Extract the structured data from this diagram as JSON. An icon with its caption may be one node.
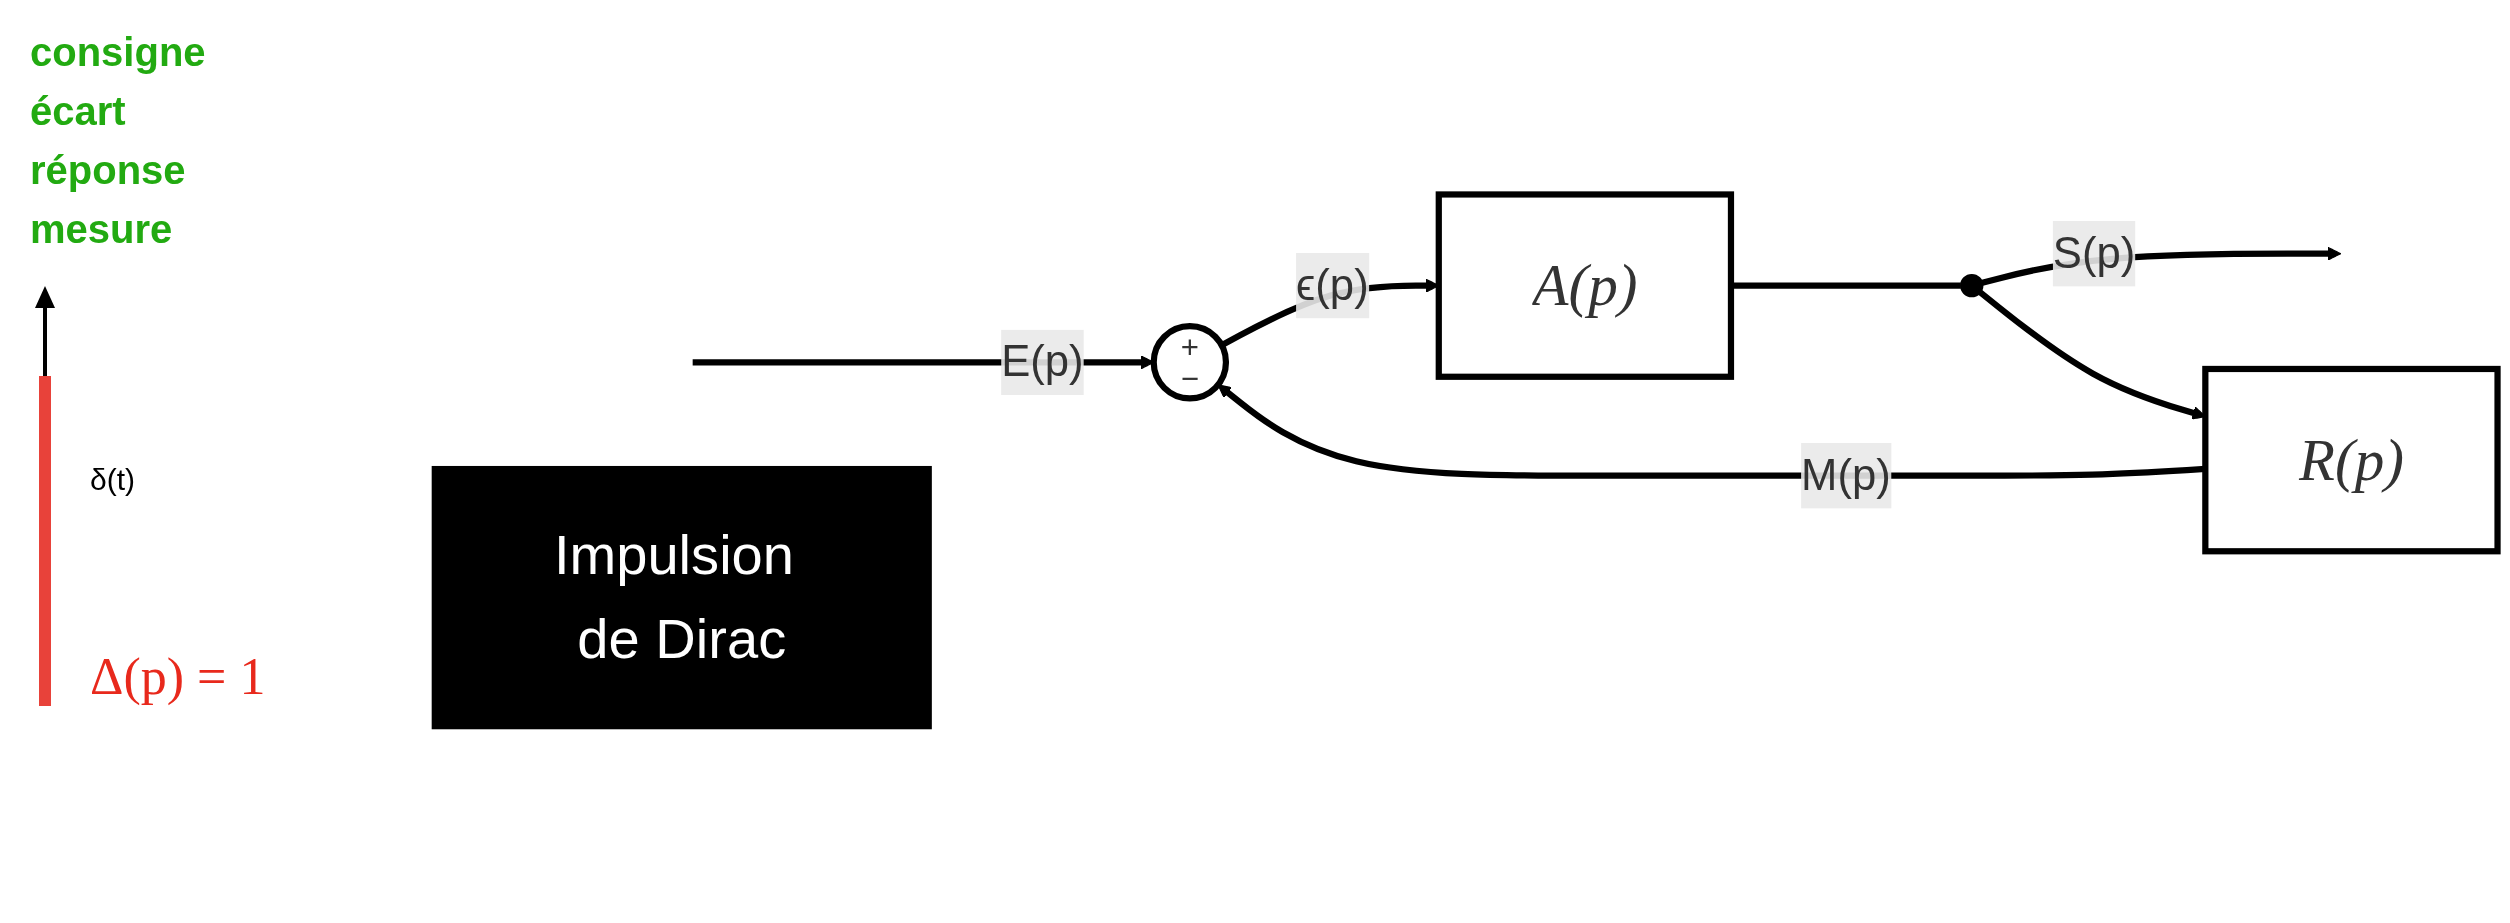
{
  "diagram": {
    "nodes": [
      {
        "text": [
          "+",
          "−"
        ]
      },
      {
        "text": [
          "A(p)"
        ]
      },
      {
        "text": [
          "R(p)"
        ]
      },
      {
        "text": [],
        "shape": "circle"
      },
      {
        "text": [
          "Impulsion de Dirac"
        ]
      }
    ],
    "edges": [
      {
        "from": null,
        "to": 0,
        "arrow": "to",
        "label": "E(p)"
      },
      {
        "from": 0,
        "to": 1,
        "arrow": "to",
        "label": "ϵ(p)"
      },
      {
        "from": 1,
        "to": 3,
        "arrow": "none"
      },
      {
        "from": 3,
        "to": null,
        "arrow": "to",
        "label": "S(p)"
      },
      {
        "from": 3,
        "to": 2,
        "arrow": "to"
      },
      {
        "from": 2,
        "to": 0,
        "arrow": "to",
        "label": "M(p)"
      }
    ],
    "labels": [
      "consigne",
      "écart",
      "réponse",
      "mesure",
      "δ(t)",
      "Δ(p) = 1"
    ]
  }
}
